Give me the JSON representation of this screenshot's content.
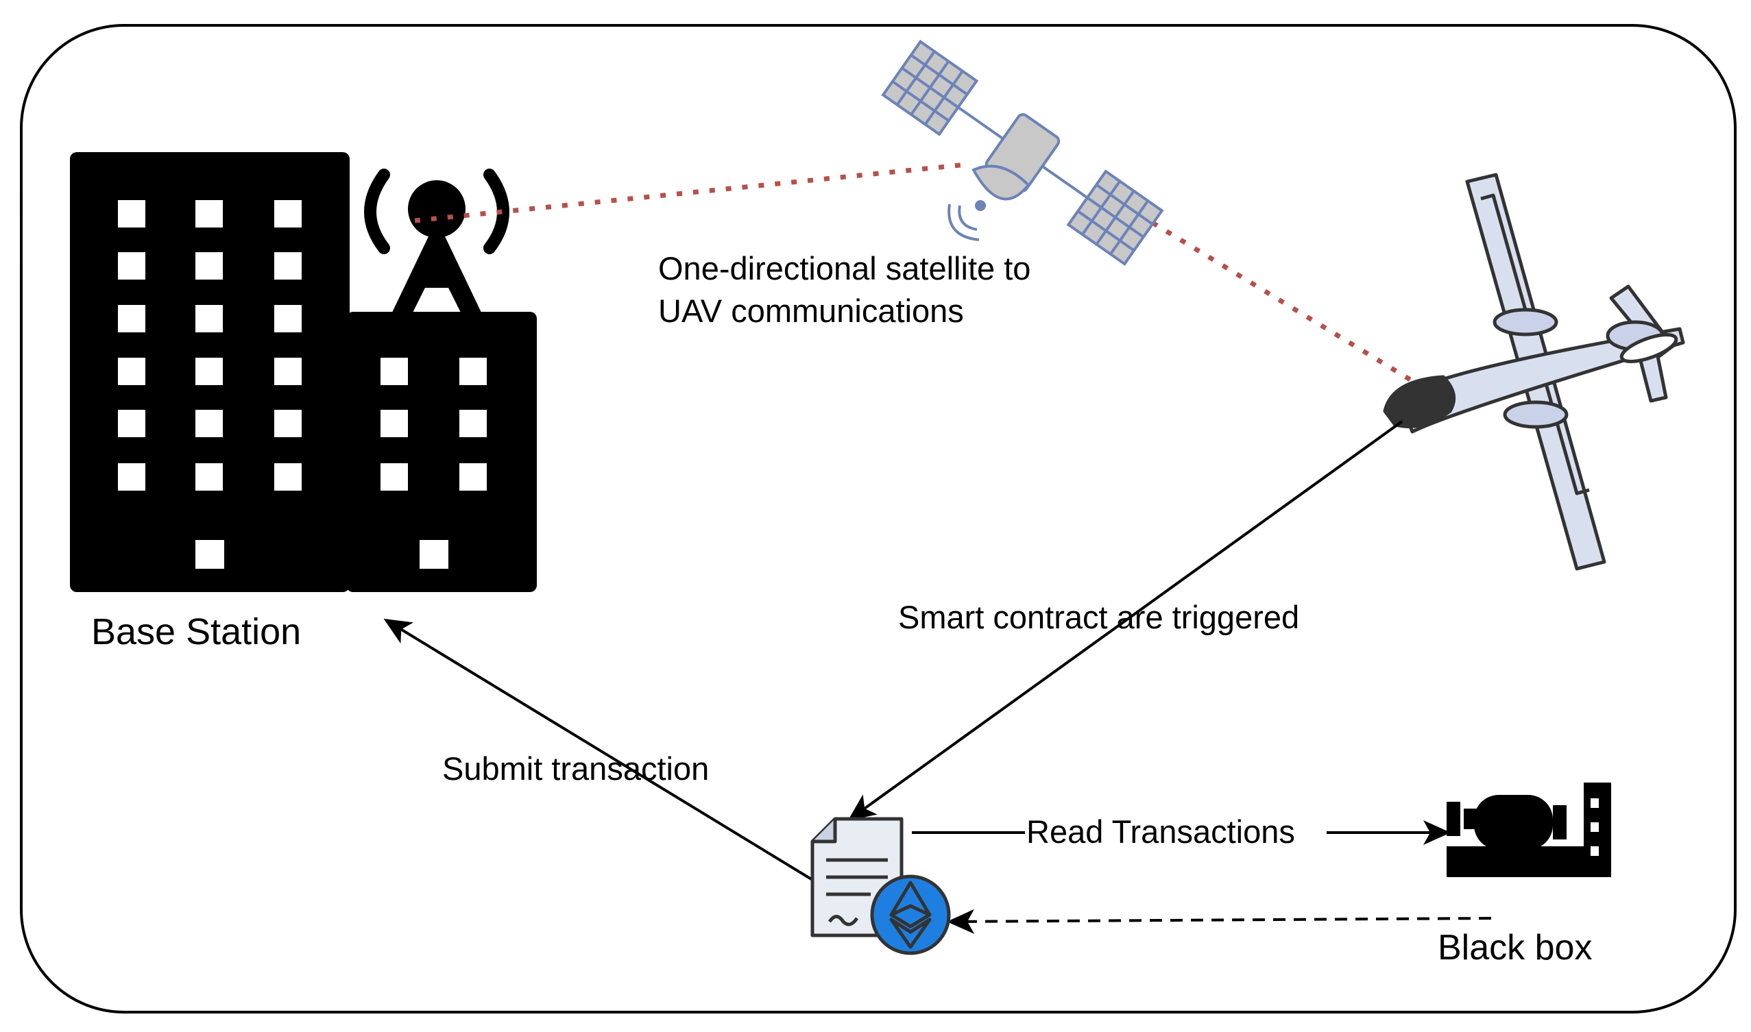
{
  "labels": {
    "base_station": "Base Station",
    "satellite_line1": "One-directional satellite to",
    "satellite_line2": "UAV communications",
    "smart_contract": "Smart contract are triggered",
    "submit_transaction": "Submit transaction",
    "read_transactions": "Read Transactions",
    "black_box": "Black box"
  },
  "icons": {
    "building": "building-with-antenna-icon",
    "satellite": "satellite-icon",
    "uav": "uav-drone-icon",
    "contract": "smart-contract-document-icon",
    "ethereum": "ethereum-icon",
    "black_box": "black-box-recorder-icon"
  },
  "colors": {
    "frame": "#000000",
    "satellite_link": "#b5504a",
    "satellite_body": "#c8c8c8",
    "satellite_stroke": "#6c83b8",
    "uav_body": "#d8e0f0",
    "uav_stroke": "#333333",
    "ethereum_circle": "#1e7fe0"
  }
}
